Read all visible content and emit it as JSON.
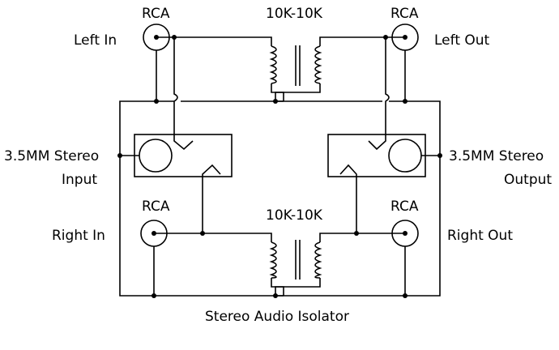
{
  "labels": {
    "rca_left_in": "RCA",
    "rca_left_out": "RCA",
    "rca_right_in": "RCA",
    "rca_right_out": "RCA",
    "transformer_top": "10K-10K",
    "transformer_bottom": "10K-10K",
    "left_in": "Left In",
    "left_out": "Left Out",
    "right_in": "Right In",
    "right_out": "Right Out",
    "input_line1": "3.5MM Stereo",
    "input_line2": "Input",
    "output_line1": "3.5MM Stereo",
    "output_line2": "Output",
    "title": "Stereo Audio Isolator"
  }
}
